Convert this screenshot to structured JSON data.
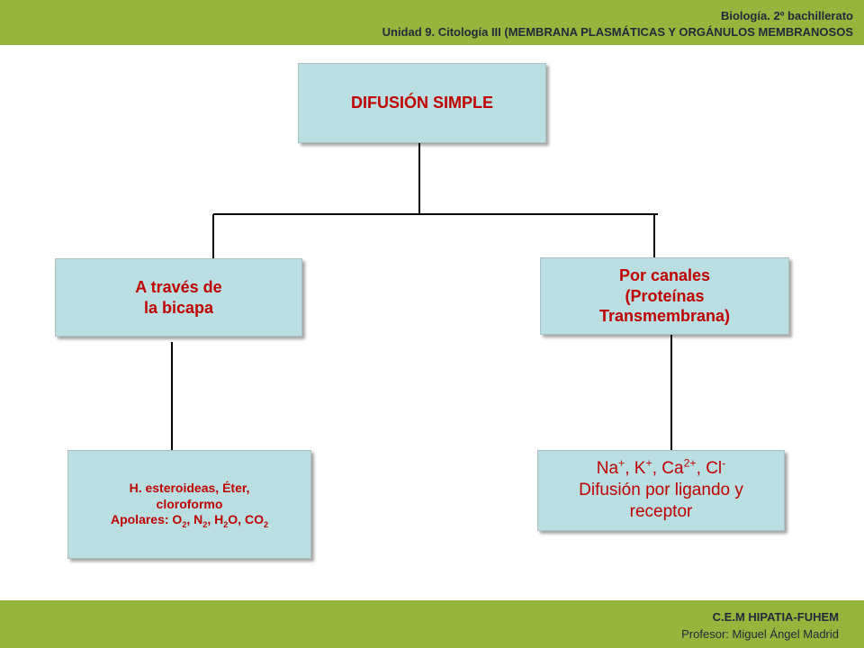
{
  "header": {
    "course": "Biología. 2º bachillerato",
    "unit": "Unidad 9. Citología III (MEMBRANA PLASMÁTICAS Y ORGÁNULOS MEMBRANOSOS"
  },
  "footer": {
    "school": "C.E.M HIPATIA-FUHEM",
    "teacher": "Profesor: Miguel Ángel Madrid"
  },
  "diagram": {
    "root": {
      "label": "DIFUSIÓN SIMPLE"
    },
    "left": {
      "line1": "A través de",
      "line2": "la bicapa"
    },
    "right": {
      "line1": "Por canales",
      "line2": "(Proteínas",
      "line3": "Transmembrana)"
    },
    "left_leaf": {
      "line1": "H. esteroideas, Éter,",
      "line2": "cloroformo",
      "apolar_prefix": "Apolares: O",
      "o2_sub": "2",
      "n_text": ", N",
      "n2_sub": "2",
      "h_text": ", H",
      "h2_sub": "2",
      "o_text": "O, CO",
      "co2_sub": "2"
    },
    "right_leaf": {
      "na": "Na",
      "na_sup": "+",
      "k": ", K",
      "k_sup": "+",
      "ca": ", Ca",
      "ca_sup": "2+",
      "cl": ", Cl",
      "cl_sup": "-",
      "line2": "Difusión por ligando y",
      "line3": "receptor"
    }
  },
  "colors": {
    "band": "#97b43c",
    "box_fill": "#b9dfe3",
    "title_text": "#c00000",
    "leaf_text": "#c00000",
    "ion_text": "#c00000"
  }
}
